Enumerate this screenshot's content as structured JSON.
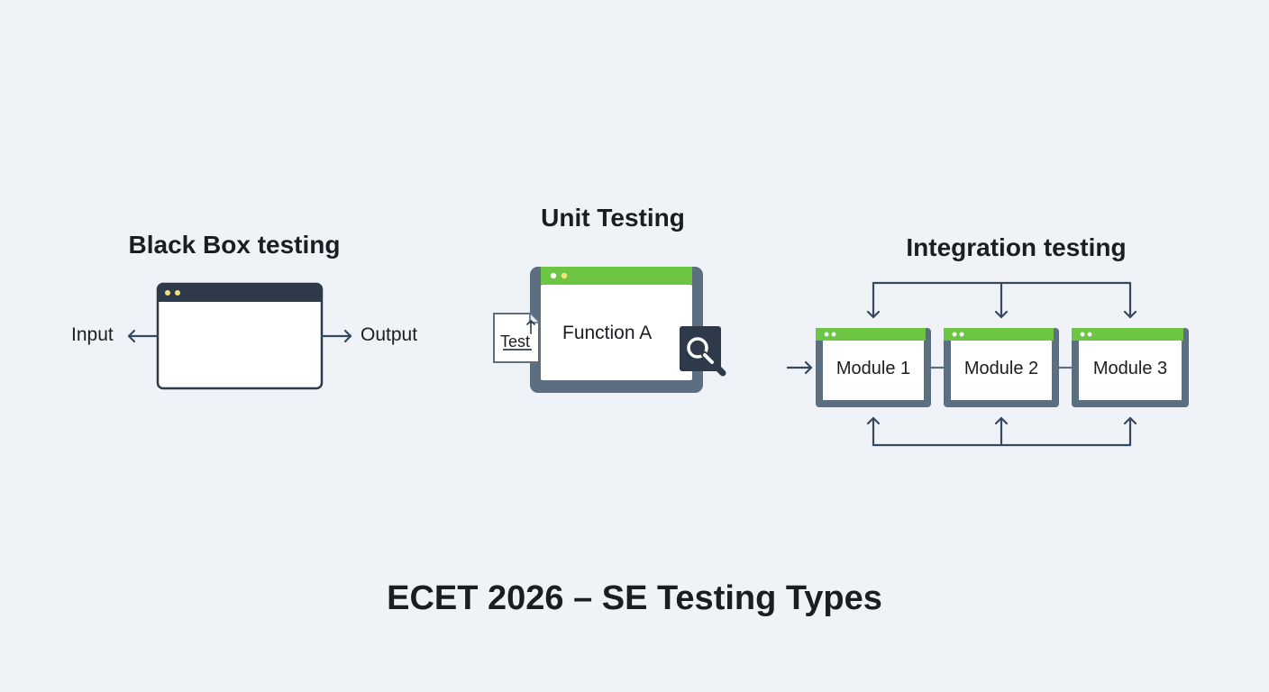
{
  "colors": {
    "background": "#eff3f7",
    "frame": "#5b6f80",
    "titlebar_dark": "#2e3a4a",
    "titlebar_green": "#6cc644",
    "line": "#34495e",
    "text": "#16191d"
  },
  "black_box": {
    "title": "Black Box testing",
    "input_label": "Input",
    "output_label": "Output"
  },
  "unit": {
    "title": "Unit Testing",
    "function_label": "Function A",
    "test_doc_label": "Test"
  },
  "integration": {
    "title": "Integration testing",
    "modules": [
      {
        "label": "Module 1"
      },
      {
        "label": "Module 2"
      },
      {
        "label": "Module 3"
      }
    ]
  },
  "footer": {
    "title": "ECET 2026 – SE Testing Types"
  }
}
